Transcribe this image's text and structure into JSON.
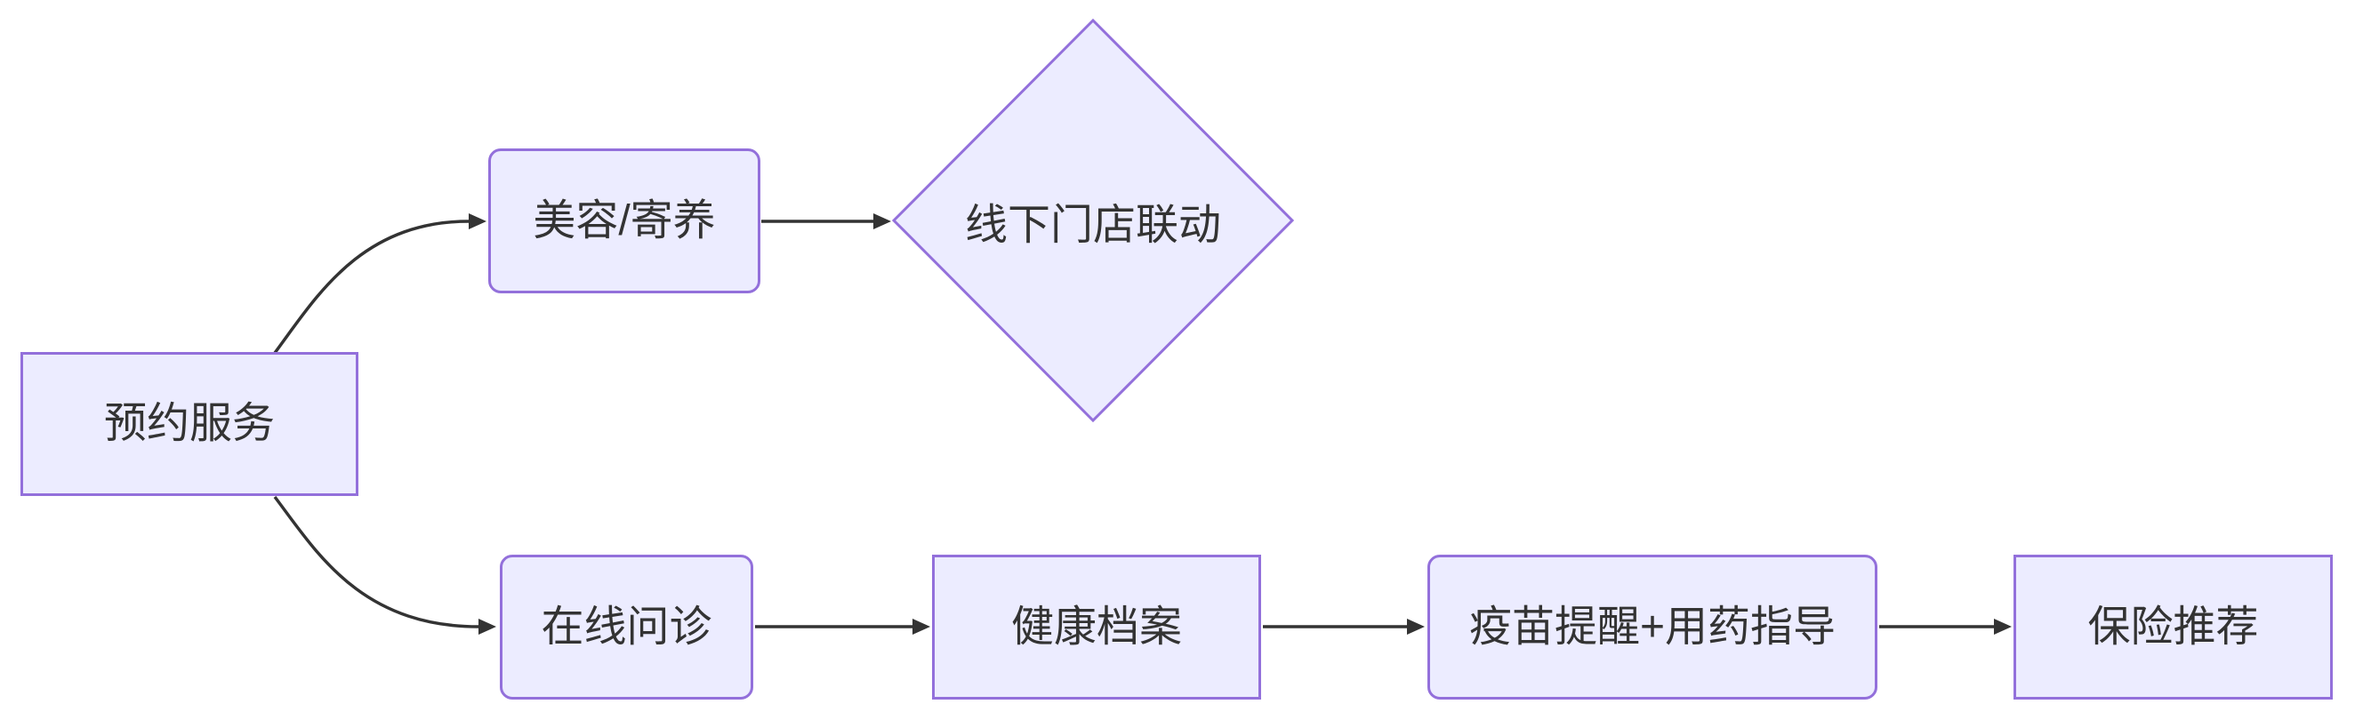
{
  "diagram": {
    "type": "flowchart",
    "direction": "left-to-right",
    "background": "#ffffff"
  },
  "colors": {
    "node_fill": "#ECECFF",
    "node_border": "#9370DB",
    "edge_color": "#333333",
    "text_color": "#333333"
  },
  "nodes": [
    {
      "id": "booking",
      "label": "预约服务",
      "shape": "rect"
    },
    {
      "id": "grooming",
      "label": "美容/寄养",
      "shape": "rounded"
    },
    {
      "id": "offline",
      "label": "线下门店联动",
      "shape": "diamond"
    },
    {
      "id": "consult",
      "label": "在线问诊",
      "shape": "rounded"
    },
    {
      "id": "records",
      "label": "健康档案",
      "shape": "rect"
    },
    {
      "id": "vaccine",
      "label": "疫苗提醒+用药指导",
      "shape": "rounded"
    },
    {
      "id": "insurance",
      "label": "保险推荐",
      "shape": "rect"
    }
  ],
  "edges": [
    {
      "from": "预约服务",
      "to": "美容/寄养"
    },
    {
      "from": "预约服务",
      "to": "在线问诊"
    },
    {
      "from": "美容/寄养",
      "to": "线下门店联动"
    },
    {
      "from": "在线问诊",
      "to": "健康档案"
    },
    {
      "from": "健康档案",
      "to": "疫苗提醒+用药指导"
    },
    {
      "from": "疫苗提醒+用药指导",
      "to": "保险推荐"
    }
  ]
}
